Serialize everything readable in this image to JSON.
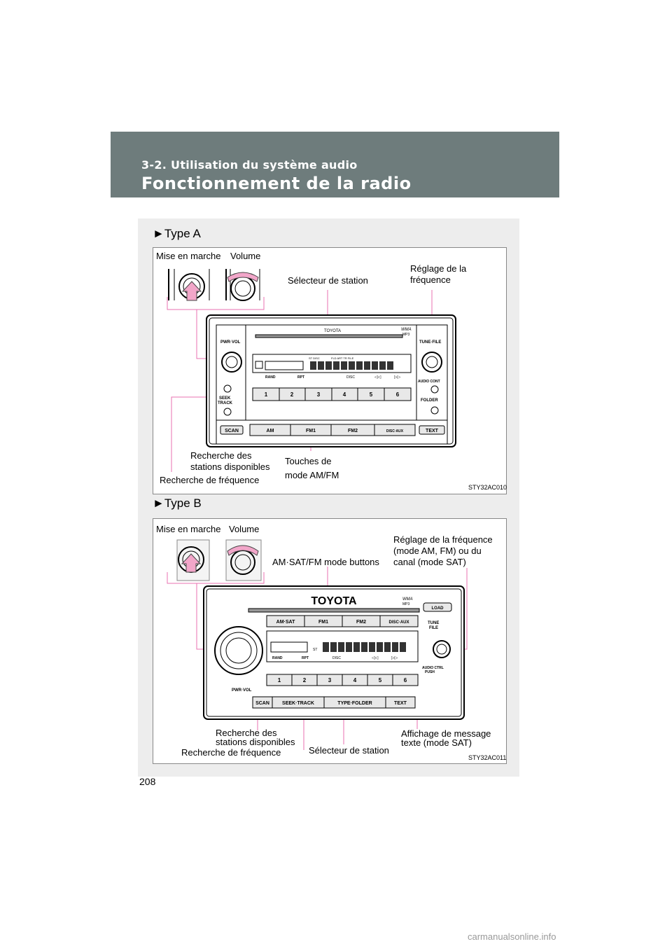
{
  "header": {
    "section": "3-2. Utilisation du système audio",
    "title": "Fonctionnement de la radio"
  },
  "type_a": {
    "heading": "►Type A",
    "labels": {
      "power": "Mise en marche",
      "volume": "Volume",
      "station_selector": "Sélecteur de station",
      "tuning_line1": "Réglage de la",
      "tuning_line2": "fréquence",
      "scan_line1": "Recherche des",
      "scan_line2": "stations disponibles",
      "mode_line1": "Touches de",
      "mode_line2": "mode AM/FM",
      "seek": "Recherche de fréquence"
    },
    "code": "STY32AC010",
    "unit": {
      "brand": "TOYOTA",
      "wma": "WMA",
      "mp3": "MP3",
      "pwr_vol": "PWR·VOL",
      "tune_file": "TUNE·FILE",
      "seek_track_1": "SEEK",
      "seek_track_2": "TRACK",
      "folder": "FOLDER",
      "audio_cont": "AUDIO CONT",
      "presets": [
        "1",
        "2",
        "3",
        "4",
        "5",
        "6"
      ],
      "scan": "SCAN",
      "am": "AM",
      "fm1": "FM1",
      "fm2": "FM2",
      "disc_aux": "DISC·AUX",
      "text": "TEXT",
      "rand": "RAND",
      "rpt": "RPT",
      "disc": "DISC",
      "st": "ST",
      "scan_ind": "SCAN",
      "fld_art": "FLD  ART  TR  FILE"
    }
  },
  "type_b": {
    "heading": "►Type B",
    "labels": {
      "power": "Mise en marche",
      "volume": "Volume",
      "mode_buttons": "AM·SAT/FM mode buttons",
      "tuning_line1": "Réglage de la fréquence",
      "tuning_line2": "(mode AM, FM) ou du",
      "tuning_line3": "canal (mode SAT)",
      "scan_line1": "Recherche des",
      "scan_line2": "stations disponibles",
      "seek": "Recherche de fréquence",
      "station_selector": "Sélecteur de station",
      "text_line1": "Affichage de message",
      "text_line2": "texte (mode SAT)"
    },
    "code": "STY32AC011",
    "unit": {
      "brand": "TOYOTA",
      "wma": "WMA",
      "mp3": "MP3",
      "load": "LOAD",
      "am_sat": "AM·SAT",
      "fm1": "FM1",
      "fm2": "FM2",
      "disc_aux": "DISC·AUX",
      "tune_1": "TUNE",
      "tune_2": "FILE",
      "audio_ctrl_1": "AUDIO CTRL",
      "audio_ctrl_2": "PUSH",
      "pwr_vol": "PWR·VOL",
      "presets": [
        "1",
        "2",
        "3",
        "4",
        "5",
        "6"
      ],
      "scan": "SCAN",
      "seek_track": "SEEK·TRACK",
      "type_folder": "TYPE·FOLDER",
      "text": "TEXT",
      "rand": "RAND",
      "rpt": "RPT",
      "disc": "DISC",
      "st": "ST"
    }
  },
  "page_number": "208",
  "footer": "carmanualsonline.info"
}
